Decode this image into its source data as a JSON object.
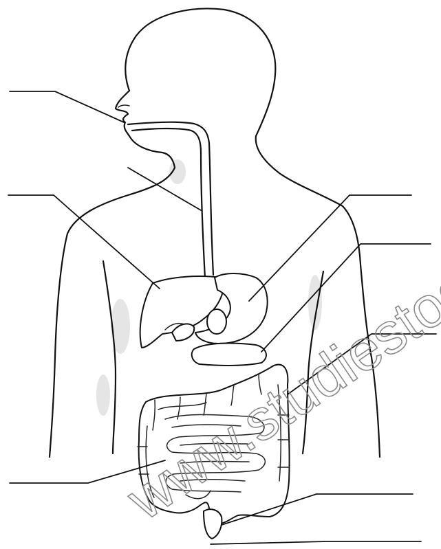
{
  "diagram": {
    "subject": "human digestive system",
    "watermark": "www.studiestoday.com",
    "label_blanks": [
      {
        "id": "mouth",
        "side": "left"
      },
      {
        "id": "oesophagus",
        "side": "left"
      },
      {
        "id": "liver",
        "side": "left"
      },
      {
        "id": "stomach",
        "side": "right"
      },
      {
        "id": "pancreas",
        "side": "right"
      },
      {
        "id": "large-intestine",
        "side": "right"
      },
      {
        "id": "small-intestine",
        "side": "left"
      },
      {
        "id": "rectum",
        "side": "right"
      },
      {
        "id": "anus",
        "side": "right"
      }
    ]
  }
}
